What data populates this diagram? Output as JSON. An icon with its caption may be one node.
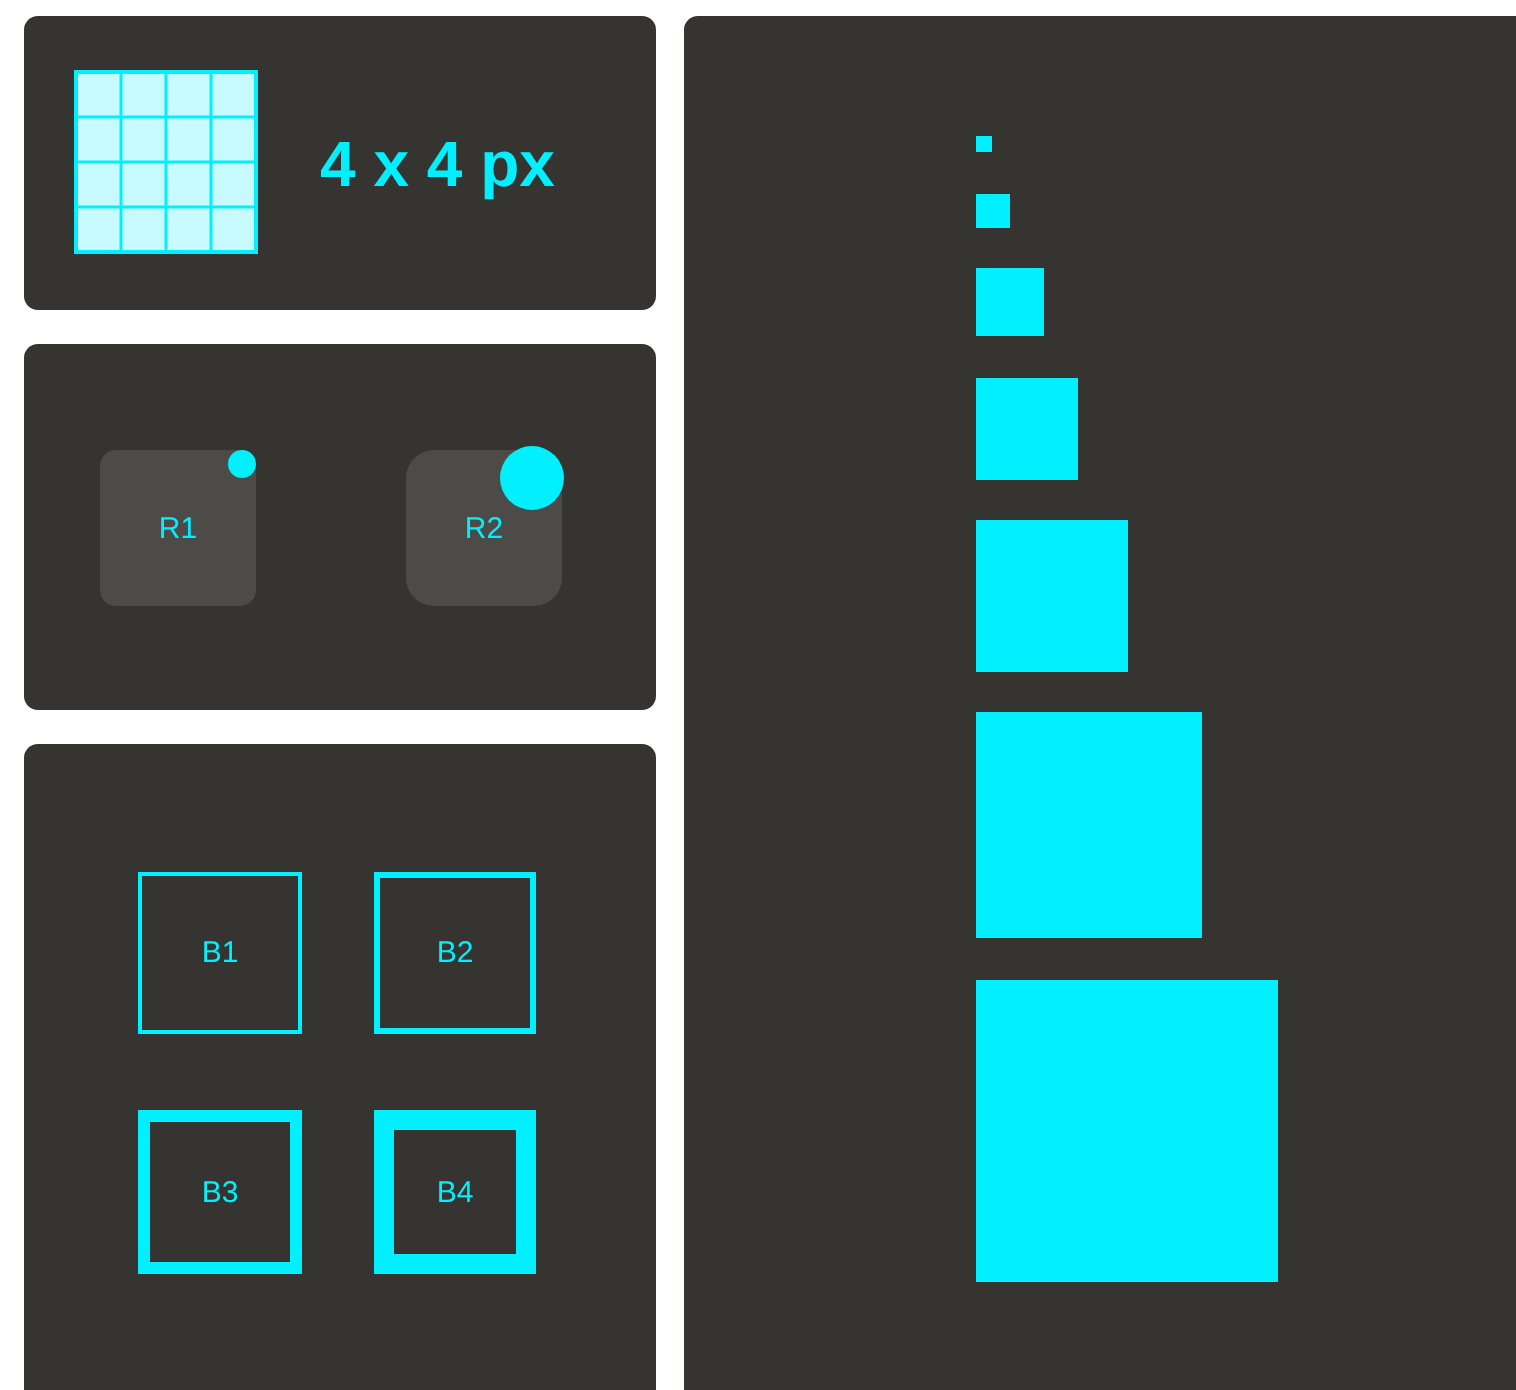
{
  "diagram": {
    "nodes": [
      {
        "text": [
          "R1"
        ]
      },
      {
        "text": [
          "R2"
        ]
      },
      {
        "text": [
          "B1"
        ]
      },
      {
        "text": [
          "B2"
        ]
      },
      {
        "text": [
          "B3"
        ]
      },
      {
        "text": [
          "B4"
        ]
      }
    ],
    "labels": [
      "4 x 4 px"
    ]
  }
}
